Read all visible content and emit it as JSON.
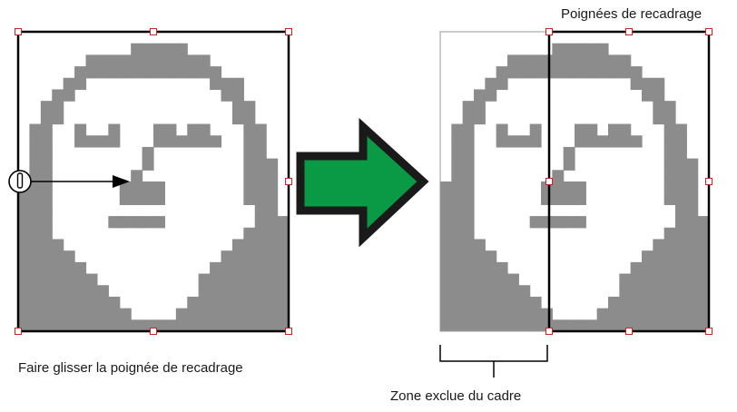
{
  "labels": {
    "crop_handles": "Poignées de recadrage",
    "drag_handle": "Faire glisser la poignée de recadrage",
    "excluded_zone": "Zone exclue du cadre"
  },
  "colors": {
    "portrait_gray": "#8c8c8c",
    "frame": "#000000",
    "handle": "#cc2222",
    "arrow_fill": "#0a9a45",
    "arrow_border": "#1a1a1a",
    "faint_outline": "#999999"
  },
  "icons": {
    "drag_cursor": "circled-handle-icon",
    "transform_arrow": "right-arrow-icon"
  }
}
